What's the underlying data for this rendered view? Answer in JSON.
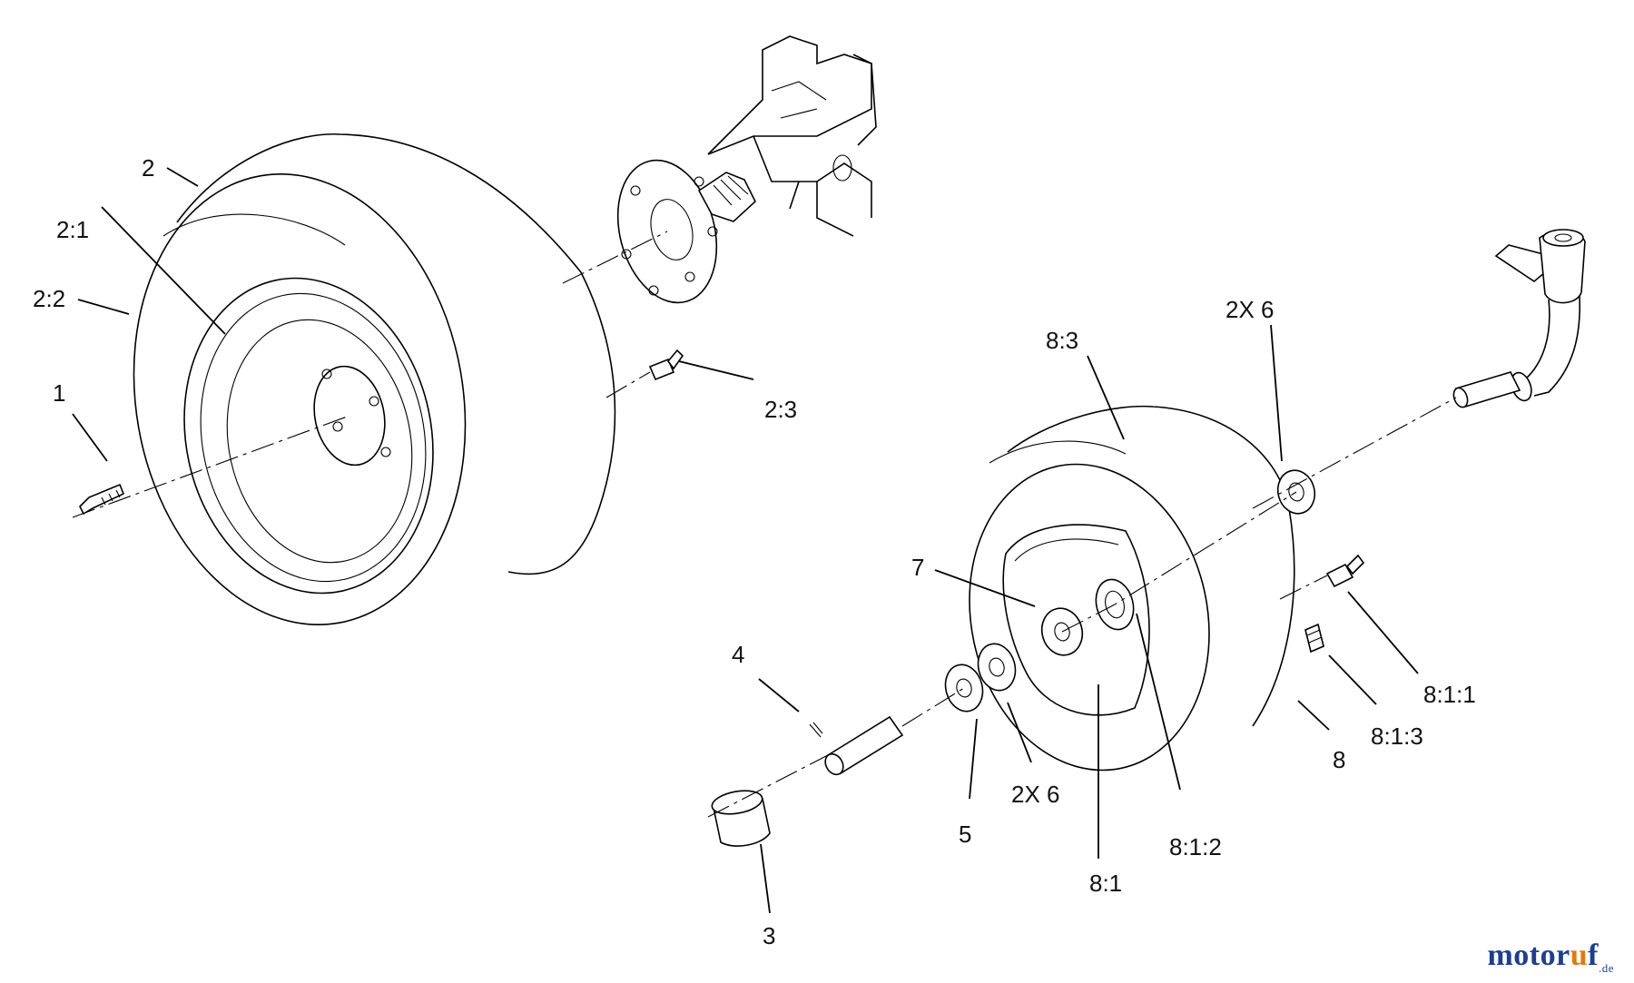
{
  "callouts": [
    {
      "id": "c1",
      "text": "1"
    },
    {
      "id": "c2",
      "text": "2"
    },
    {
      "id": "c2_1",
      "text": "2:1"
    },
    {
      "id": "c2_2",
      "text": "2:2"
    },
    {
      "id": "c2_3",
      "text": "2:3"
    },
    {
      "id": "c3",
      "text": "3"
    },
    {
      "id": "c4",
      "text": "4"
    },
    {
      "id": "c5",
      "text": "5"
    },
    {
      "id": "c2x6a",
      "text": "2X 6"
    },
    {
      "id": "c7",
      "text": "7"
    },
    {
      "id": "c8",
      "text": "8"
    },
    {
      "id": "c8_1",
      "text": "8:1"
    },
    {
      "id": "c8_1_1",
      "text": "8:1:1"
    },
    {
      "id": "c8_1_2",
      "text": "8:1:2"
    },
    {
      "id": "c8_1_3",
      "text": "8:1:3"
    },
    {
      "id": "c8_3",
      "text": "8:3"
    },
    {
      "id": "c2x6b",
      "text": "2X 6"
    }
  ],
  "watermark": {
    "main": "motor",
    "accent": "u",
    "end": "f",
    "tld": ".de"
  }
}
